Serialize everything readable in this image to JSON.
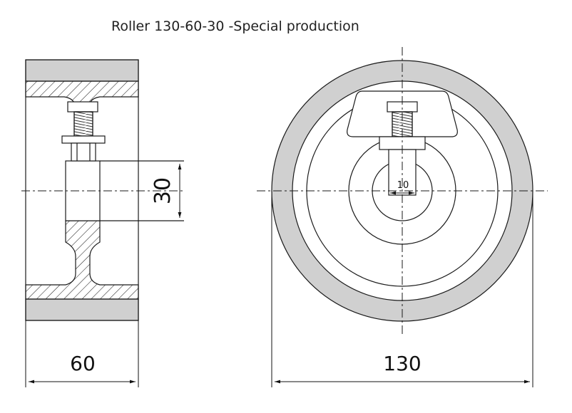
{
  "title": "Roller 130-60-30 -Special production",
  "dimensions": {
    "width": "60",
    "bore": "30",
    "diameter": "130",
    "axle": "10"
  },
  "colors": {
    "tread": "#d0d0d0",
    "line": "#1a1a1a",
    "background": "#ffffff"
  }
}
